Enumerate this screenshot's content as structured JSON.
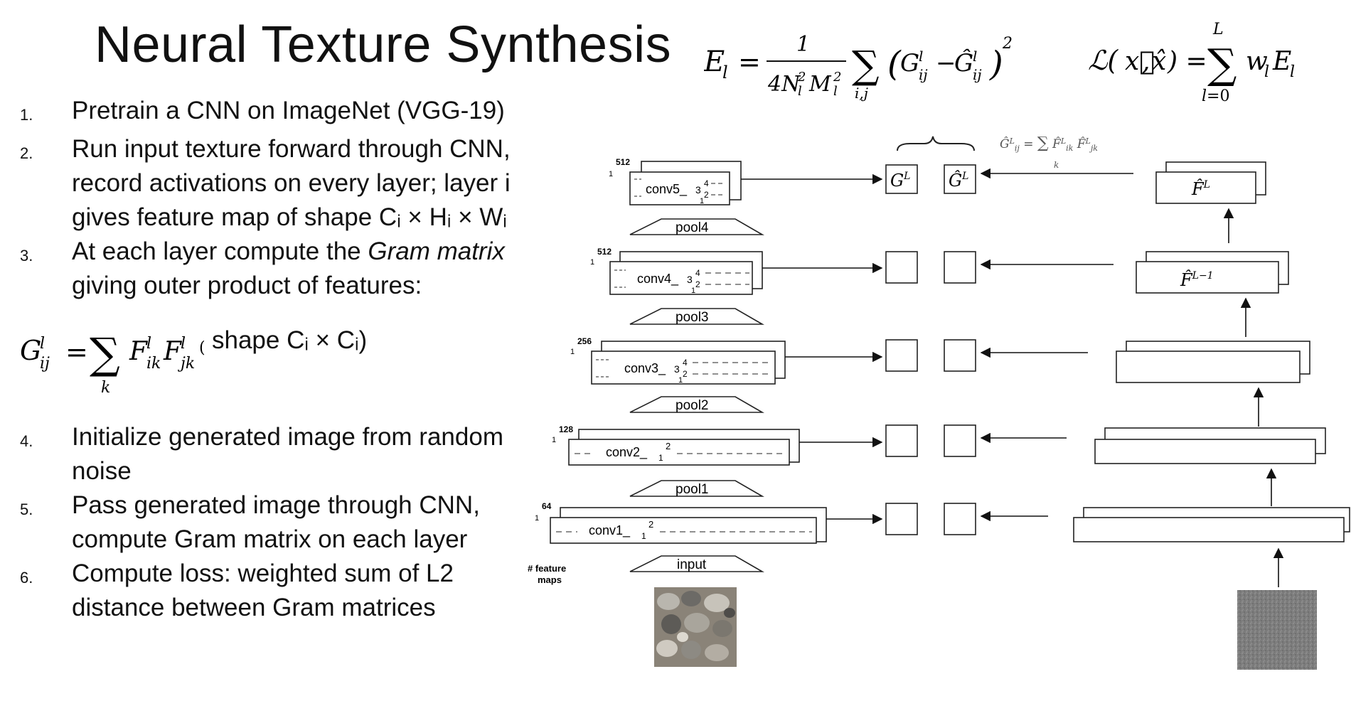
{
  "slide": {
    "title": "Neural Texture Synthesis"
  },
  "steps": [
    {
      "num": "1.",
      "text": "Pretrain a CNN on ImageNet (VGG-19)"
    },
    {
      "num": "2.",
      "text": "Run input texture forward through CNN, record activations on every layer; layer i gives feature map of shape Cᵢ × Hᵢ × Wᵢ"
    },
    {
      "num": "3.",
      "text_before": "At each layer compute the ",
      "text_em": "Gram matrix",
      "text_after": " giving outer product of features:"
    },
    {
      "num": "4.",
      "text": "Initialize generated image from random noise"
    },
    {
      "num": "5.",
      "text": "Pass generated image through CNN, compute Gram matrix on each layer"
    },
    {
      "num": "6.",
      "text": "Compute loss: weighted sum of L2 distance between Gram matrices"
    }
  ],
  "gram_formula": {
    "shape_text": "shape Cᵢ × Cᵢ)"
  },
  "diagram": {
    "feature_maps_label": "# feature maps",
    "left_layers": [
      {
        "name": "conv5_",
        "maps": "512"
      },
      {
        "name": "pool4"
      },
      {
        "name": "conv4_",
        "maps": "512"
      },
      {
        "name": "pool3"
      },
      {
        "name": "conv3_",
        "maps": "256"
      },
      {
        "name": "pool2"
      },
      {
        "name": "conv2_",
        "maps": "128"
      },
      {
        "name": "pool1"
      },
      {
        "name": "conv1_",
        "maps": "64"
      },
      {
        "name": "input"
      }
    ],
    "one_label": "1"
  }
}
